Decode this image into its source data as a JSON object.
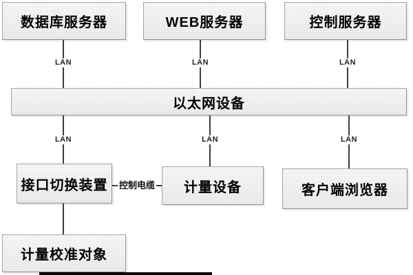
{
  "nodes": {
    "db_server": {
      "label": "数据库服务器"
    },
    "web_server": {
      "label": "WEB服务器"
    },
    "control_server": {
      "label": "控制服务器"
    },
    "ethernet_bus": {
      "label": "以太网设备"
    },
    "interface_switch": {
      "label": "接口切换装置"
    },
    "meter_device": {
      "label": "计量设备"
    },
    "client_browser": {
      "label": "客户端浏览器"
    },
    "calibration_target": {
      "label": "计量校准对象"
    }
  },
  "edges": {
    "lan_labels": [
      "LAN",
      "LAN",
      "LAN",
      "LAN",
      "LAN",
      "LAN"
    ],
    "control_cable_label": "控制电缆"
  },
  "colors": {
    "background": "#ffffff",
    "box_fill": "#f5f5f5",
    "box_border": "#a2a2a2",
    "line": "#3c3c3c",
    "text": "#000000",
    "bottom_bar": "#000000"
  }
}
